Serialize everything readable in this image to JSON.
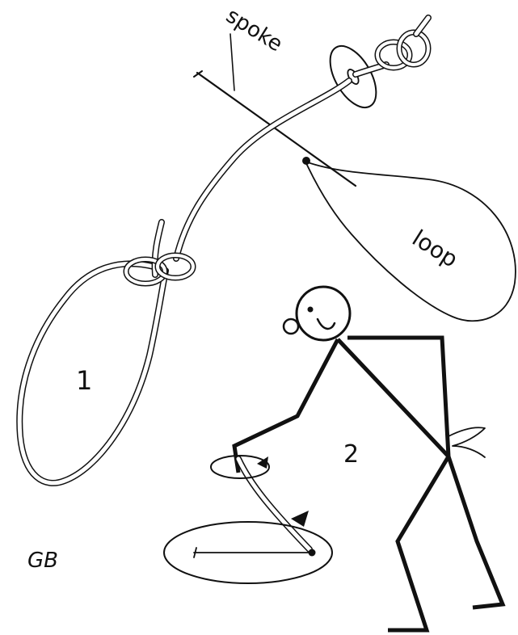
{
  "labels": {
    "spoke": "spoke",
    "loop": "loop",
    "step1": "1",
    "step2": "2",
    "signature": "GB"
  }
}
